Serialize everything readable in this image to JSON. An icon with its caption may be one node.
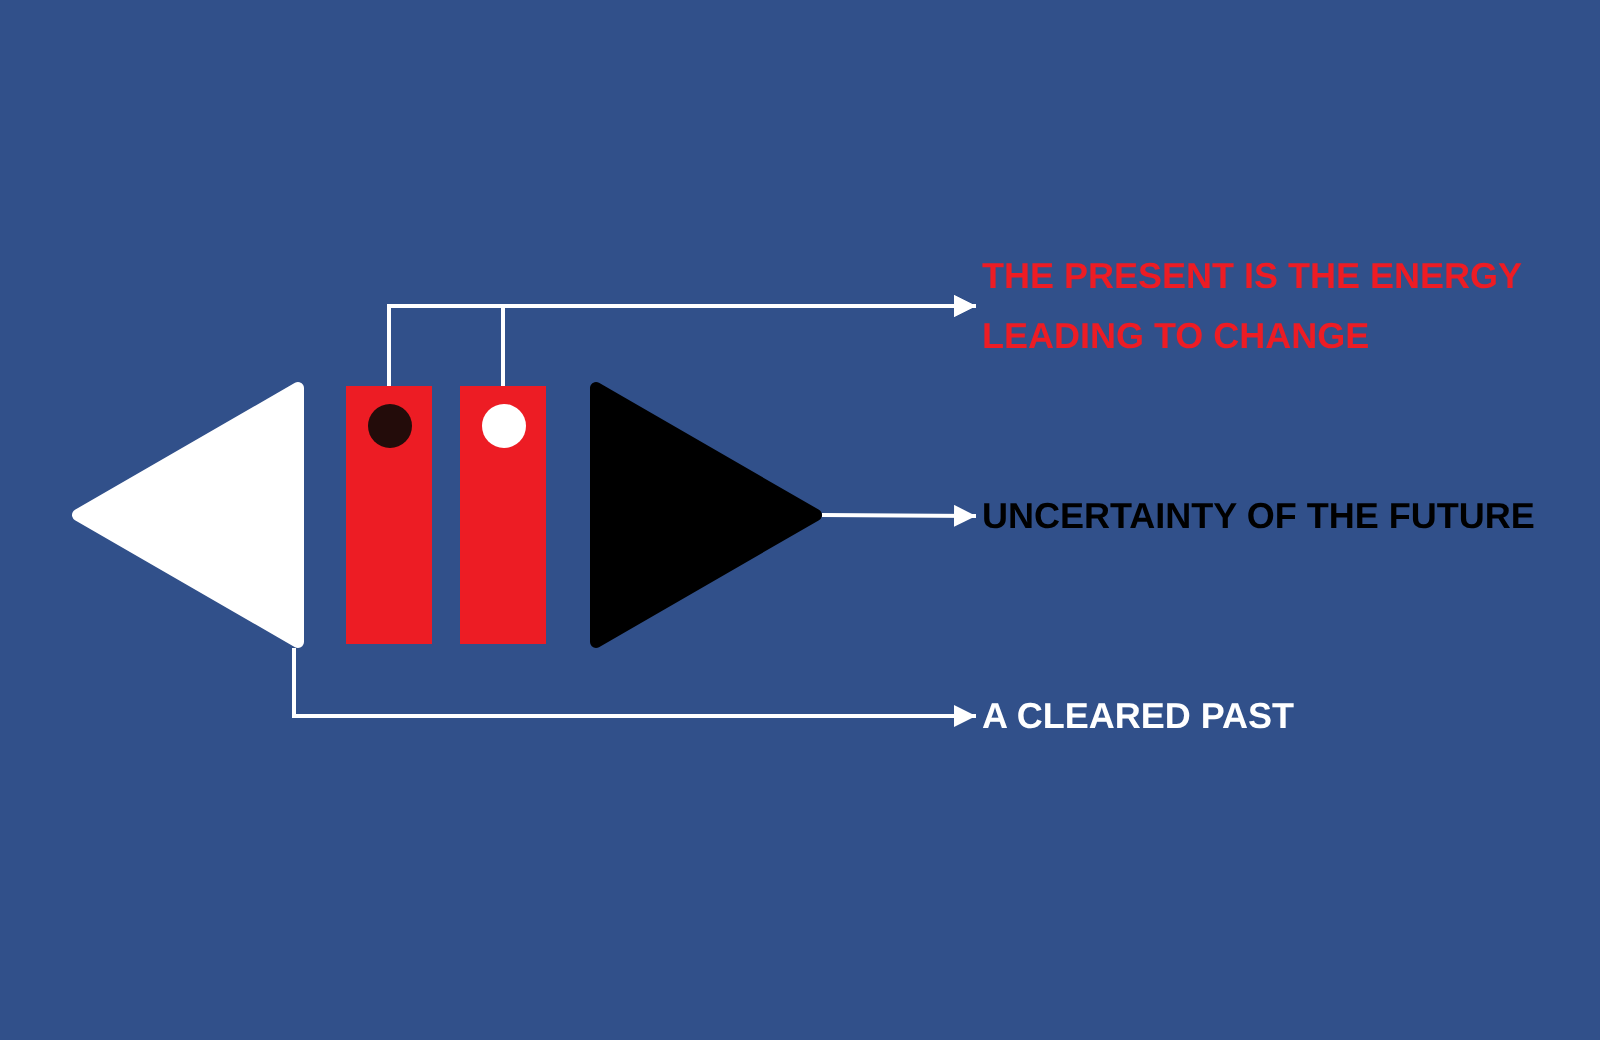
{
  "diagram": {
    "nodes": [
      {
        "text": [],
        "shape": "triangle"
      },
      {
        "text": [],
        "shape": "bar"
      },
      {
        "text": [],
        "shape": "bar"
      },
      {
        "text": [],
        "shape": "triangle"
      },
      {
        "text": [
          "THE PRESENT IS THE ENERGY LEADING TO CHANGE"
        ]
      },
      {
        "text": [
          "UNCERTAINTY OF THE FUTURE"
        ]
      },
      {
        "text": [
          "A CLEARED PAST"
        ]
      }
    ],
    "edges": [
      {
        "from": 1,
        "to": 4,
        "arrow": "to"
      },
      {
        "from": 2,
        "to": 4,
        "arrow": "to"
      },
      {
        "from": 3,
        "to": 5,
        "arrow": "to"
      },
      {
        "from": 0,
        "to": 6,
        "arrow": "to"
      }
    ]
  }
}
